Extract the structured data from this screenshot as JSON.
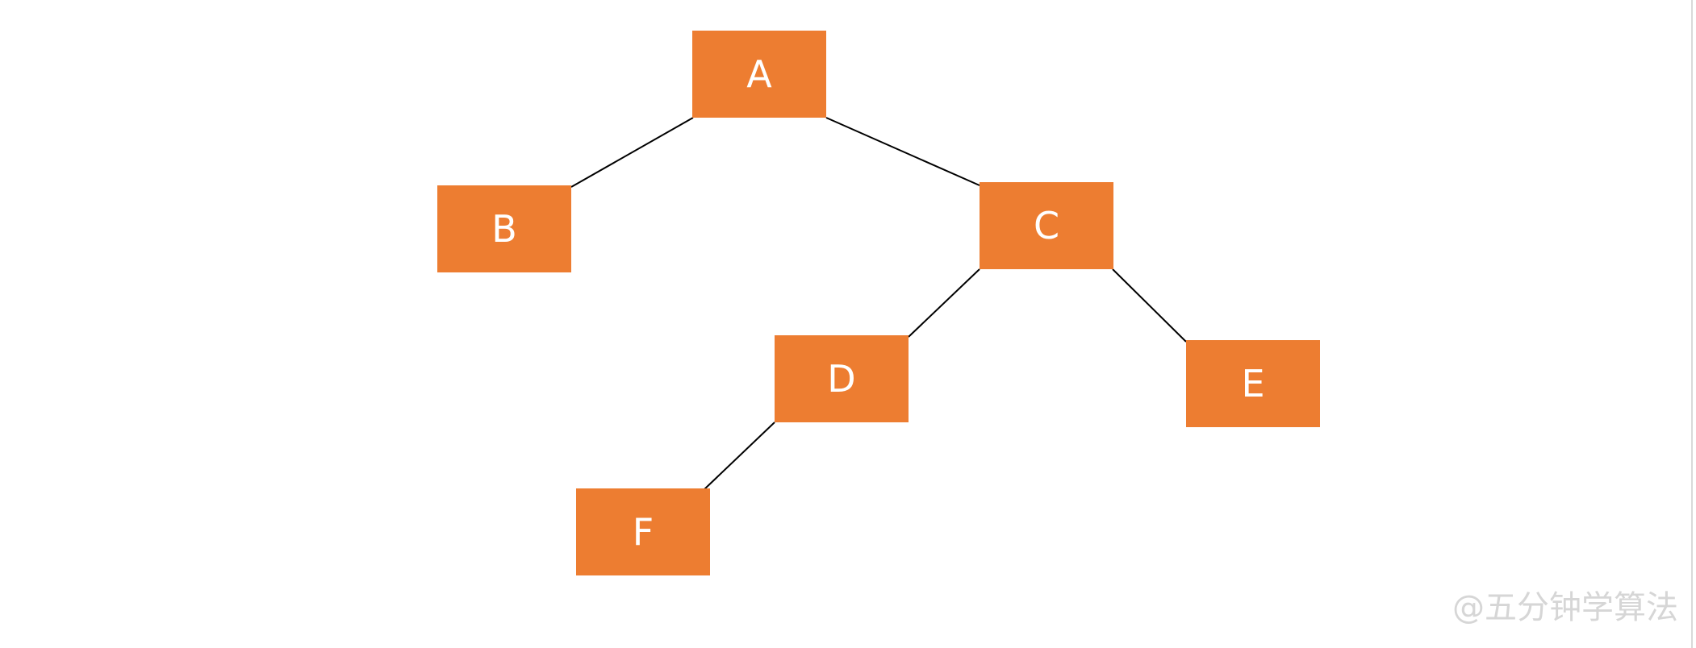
{
  "diagram": {
    "node_color": "#ED7D31",
    "text_color": "#FFFFFF",
    "edge_color": "#000000",
    "nodes": [
      {
        "id": "a",
        "label": "A"
      },
      {
        "id": "b",
        "label": "B"
      },
      {
        "id": "c",
        "label": "C"
      },
      {
        "id": "d",
        "label": "D"
      },
      {
        "id": "e",
        "label": "E"
      },
      {
        "id": "f",
        "label": "F"
      }
    ],
    "edges": [
      {
        "from": "a",
        "to": "b"
      },
      {
        "from": "a",
        "to": "c"
      },
      {
        "from": "c",
        "to": "d"
      },
      {
        "from": "c",
        "to": "e"
      },
      {
        "from": "d",
        "to": "f"
      }
    ]
  },
  "watermark": "@五分钟学算法"
}
